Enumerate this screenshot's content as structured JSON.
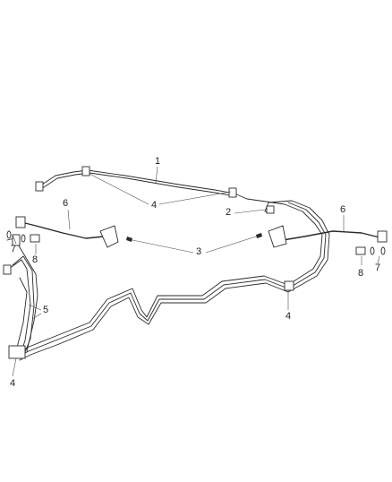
{
  "diagram": {
    "callouts": {
      "c1": "1",
      "c2": "2",
      "c3": "3",
      "c4_top": "4",
      "c4_right": "4",
      "c4_bottom": "4",
      "c5": "5",
      "c6_left": "6",
      "c6_right": "6",
      "c7_left": "7",
      "c7_right": "7",
      "c8_left": "8",
      "c8_right": "8"
    }
  }
}
